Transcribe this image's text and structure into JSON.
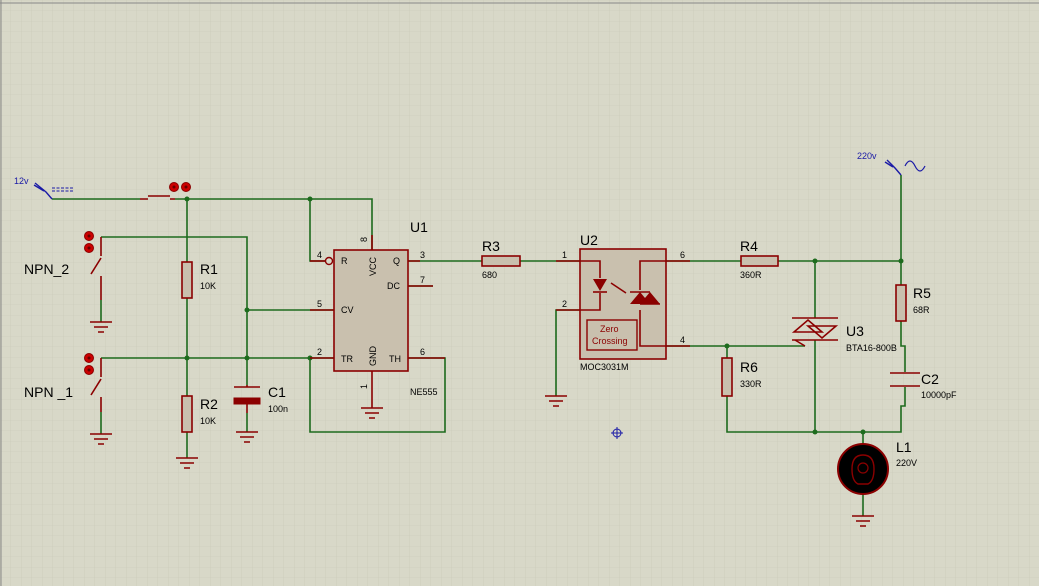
{
  "components": {
    "u1": {
      "ref": "U1",
      "part": "NE555",
      "pins": {
        "r": "R",
        "vcc": "VCC",
        "q": "Q",
        "dc": "DC",
        "cv": "CV",
        "tr": "TR",
        "gnd": "GND",
        "th": "TH"
      },
      "nums": {
        "p4": "4",
        "p8": "8",
        "p3": "3",
        "p7": "7",
        "p5": "5",
        "p2": "2",
        "p1": "1",
        "p6": "6"
      }
    },
    "u2": {
      "ref": "U2",
      "part": "MOC3031M",
      "zc1": "Zero",
      "zc2": "Crossing",
      "nums": {
        "p1": "1",
        "p2": "2",
        "p6": "6",
        "p4": "4"
      }
    },
    "u3": {
      "ref": "U3",
      "part": "BTA16-800B"
    },
    "r1": {
      "ref": "R1",
      "value": "10K"
    },
    "r2": {
      "ref": "R2",
      "value": "10K"
    },
    "r3": {
      "ref": "R3",
      "value": "680"
    },
    "r4": {
      "ref": "R4",
      "value": "360R"
    },
    "r5": {
      "ref": "R5",
      "value": "68R"
    },
    "r6": {
      "ref": "R6",
      "value": "330R"
    },
    "c1": {
      "ref": "C1",
      "value": "100n"
    },
    "c2": {
      "ref": "C2",
      "value": "10000pF"
    },
    "l1": {
      "ref": "L1",
      "value": "220V"
    },
    "npn2": {
      "ref": "NPN_2"
    },
    "npn1": {
      "ref": "NPN _1"
    }
  },
  "power": {
    "dc": "12v",
    "ac": "220v"
  },
  "colors": {
    "background": "#d8d8c8",
    "grid": "#c2c2b0",
    "wire": "#1d6b1d",
    "component": "#8b0000",
    "component_fill": "#c9c0ae",
    "terminal_label": "#1a1aa6"
  }
}
